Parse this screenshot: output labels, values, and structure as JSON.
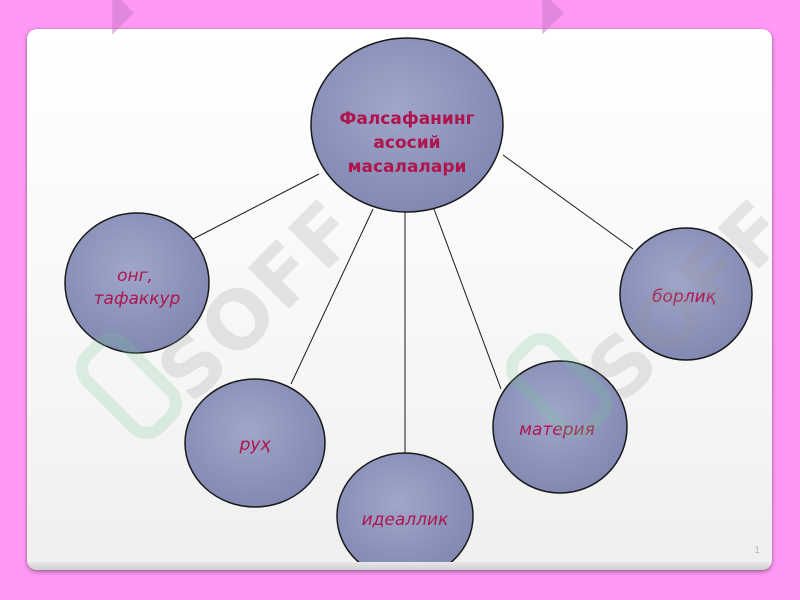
{
  "diagram": {
    "center_label_lines": [
      "Фалсафанинг",
      "асосий",
      "масалалари"
    ],
    "nodes": [
      {
        "id": "ong",
        "lines": [
          "онг,",
          "тафаккур"
        ]
      },
      {
        "id": "ruh",
        "lines": [
          "руҳ"
        ]
      },
      {
        "id": "idealism",
        "lines": [
          "идеаллик"
        ]
      },
      {
        "id": "matter",
        "lines": [
          "материя"
        ]
      },
      {
        "id": "being",
        "lines": [
          "борлиқ"
        ]
      }
    ]
  },
  "slide": {
    "number": "1"
  },
  "colors": {
    "background": "#ff99f4",
    "ellipse_fill": "#8a8fb7",
    "ellipse_stroke": "#1a1a1a",
    "text": "#b0144d"
  },
  "watermark": {
    "text": "SOFF"
  }
}
